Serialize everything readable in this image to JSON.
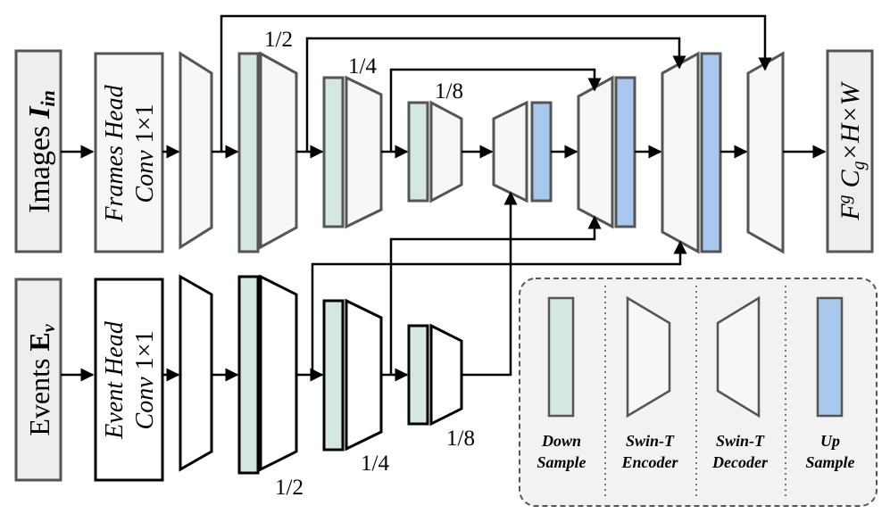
{
  "inputs": {
    "images": {
      "word": "Images",
      "symbol": "I",
      "subscript": "in"
    },
    "events": {
      "word": "Events",
      "symbol": "E",
      "subscript": "v"
    }
  },
  "heads": {
    "frames": {
      "line1": "Frames Head",
      "line2_italic": "Conv",
      "line2_plain": "1×1"
    },
    "event": {
      "line1": "Event Head",
      "line2_italic": "Conv",
      "line2_plain": "1×1"
    }
  },
  "output": {
    "symbol": "F",
    "sup": "g",
    "c": "C",
    "csub": "g",
    "dims": "×H×W"
  },
  "scales": {
    "top_half": "1/2",
    "top_quarter": "1/4",
    "top_eighth": "1/8",
    "bottom_half": "1/2",
    "bottom_quarter": "1/4",
    "bottom_eighth": "1/8"
  },
  "legend": {
    "down_sample": {
      "line1": "Down",
      "line2": "Sample"
    },
    "swin_encoder": {
      "line1": "Swin-T",
      "line2": "Encoder"
    },
    "swin_decoder": {
      "line1": "Swin-T",
      "line2": "Decoder"
    },
    "up_sample": {
      "line1": "Up",
      "line2": "Sample"
    }
  },
  "colors": {
    "down_sample_fill": "#d5e8df",
    "up_sample_fill": "#a9c8ee",
    "block_fill": "#f7f7f7",
    "input_fill": "#eeeeee",
    "stroke": "#555555",
    "legend_bg": "#f2f2f2"
  }
}
